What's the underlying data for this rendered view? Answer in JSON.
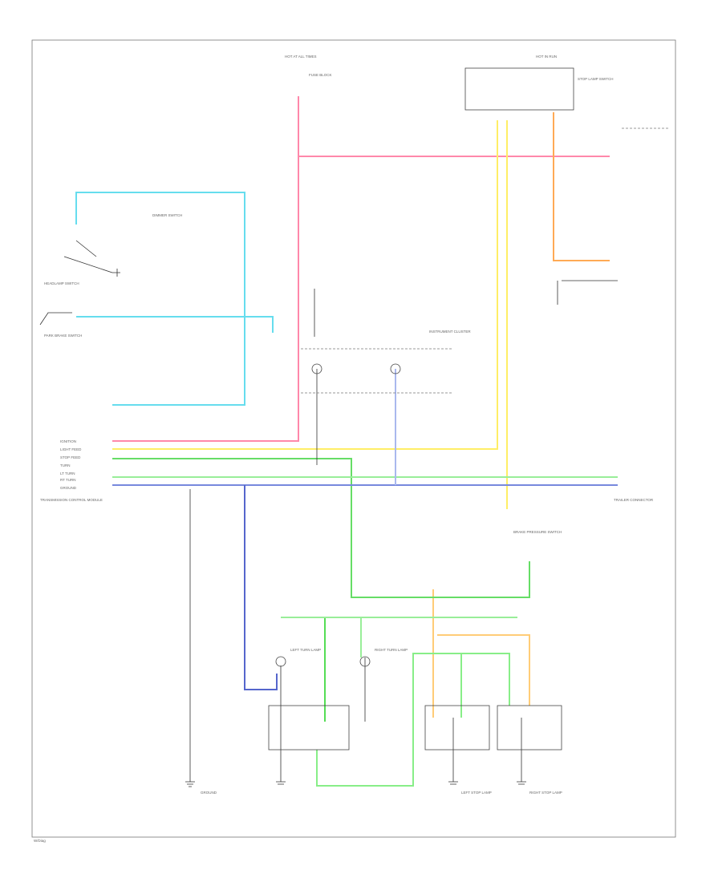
{
  "diagram": {
    "labels": {
      "hot_at_all_times": "HOT AT ALL TIMES",
      "fuse_block": "FUSE BLOCK",
      "hot_in_run": "HOT IN RUN",
      "stoplamp_switch": "STOP LAMP SWITCH",
      "dimmer_switch": "DIMMER SWITCH",
      "headlamp_switch": "HEADLAMP SWITCH",
      "park_brake_switch": "PARK BRAKE SWITCH",
      "instrument_cluster": "INSTRUMENT CLUSTER",
      "transmission_module": "TRANSMISSION CONTROL MODULE",
      "trailer_connector": "TRAILER CONNECTOR",
      "brake_pressure_switch": "BRAKE PRESSURE SWITCH",
      "left_turn": "LEFT TURN LAMP",
      "right_turn": "RIGHT TURN LAMP",
      "left_stop": "LEFT STOP LAMP",
      "right_stop": "RIGHT STOP LAMP",
      "ground": "GROUND"
    },
    "connector_rows": [
      "IGNITION",
      "LIGHT FEED",
      "STOP FEED",
      "TURN",
      "LT TURN",
      "RT TURN",
      "GROUND"
    ],
    "page_ref": "W/Diag"
  }
}
